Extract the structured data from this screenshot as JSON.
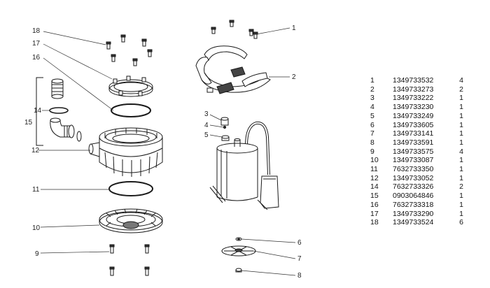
{
  "callouts": {
    "c1": "1",
    "c2": "2",
    "c3": "3",
    "c4": "4",
    "c5": "5",
    "c6": "6",
    "c7": "7",
    "c8": "8",
    "c9": "9",
    "c10": "10",
    "c11": "11",
    "c12": "12",
    "c14": "14",
    "c15": "15",
    "c16": "16",
    "c17": "17",
    "c18": "18"
  },
  "parts_list": [
    {
      "pos": "1",
      "code": "1349733532",
      "qty": "4"
    },
    {
      "pos": "2",
      "code": "1349733273",
      "qty": "2"
    },
    {
      "pos": "3",
      "code": "1349733222",
      "qty": "1"
    },
    {
      "pos": "4",
      "code": "1349733230",
      "qty": "1"
    },
    {
      "pos": "5",
      "code": "1349733249",
      "qty": "1"
    },
    {
      "pos": "6",
      "code": "1349733605",
      "qty": "1"
    },
    {
      "pos": "7",
      "code": "1349733141",
      "qty": "1"
    },
    {
      "pos": "8",
      "code": "1349733591",
      "qty": "1"
    },
    {
      "pos": "9",
      "code": "1349733575",
      "qty": "4"
    },
    {
      "pos": "10",
      "code": "1349733087",
      "qty": "1"
    },
    {
      "pos": "11",
      "code": "7632733350",
      "qty": "1"
    },
    {
      "pos": "12",
      "code": "1349733052",
      "qty": "1"
    },
    {
      "pos": "14",
      "code": "7632733326",
      "qty": "2"
    },
    {
      "pos": "15",
      "code": "0903064846",
      "qty": "1"
    },
    {
      "pos": "16",
      "code": "7632733318",
      "qty": "1"
    },
    {
      "pos": "17",
      "code": "1349733290",
      "qty": "1"
    },
    {
      "pos": "18",
      "code": "1349733524",
      "qty": "6"
    }
  ]
}
